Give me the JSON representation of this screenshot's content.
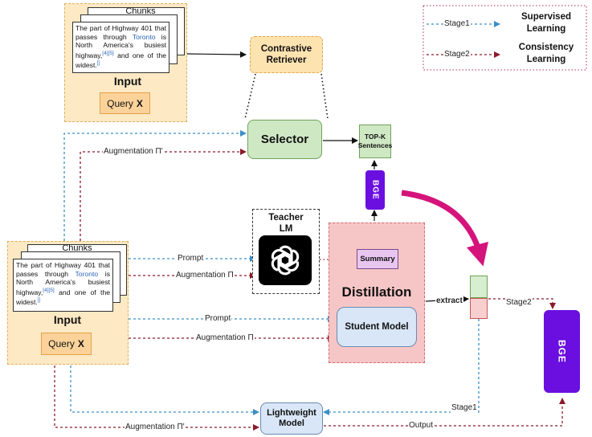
{
  "legend": {
    "stage1_label": "Stage1",
    "stage1_desc": "Supervised Learning",
    "stage2_label": "Stage2",
    "stage2_desc": "Consistency Learning"
  },
  "top_input": {
    "chunks_title": "Chunks",
    "chunk_text_before": "The part of Highway 401 that passes through ",
    "chunk_link": "Toronto",
    "chunk_text_after": " is North America's busiest highway,",
    "chunk_refs": "[4][5]",
    "chunk_text_end": " and one of the widest.",
    "chunk_tail_ref": "[]",
    "title": "Input",
    "query_label": "Query",
    "query_var": "X"
  },
  "bottom_input": {
    "chunks_title": "Chunks",
    "chunk_text_before": "The part of Highway 401 that passes through ",
    "chunk_link": "Toronto",
    "chunk_text_after": " is North America's busiest highway,",
    "chunk_refs": "[4][5]",
    "chunk_text_end": " and one of the widest.",
    "chunk_tail_ref": "[]",
    "title": "Input",
    "query_label": "Query",
    "query_var": "X"
  },
  "nodes": {
    "contrastive_retriever": "Contrastive Retriever",
    "selector": "Selector",
    "topk": "TOP-K Sentences",
    "bge_small": "BGE",
    "teacher_lm": "Teacher LM",
    "summary": "Summary",
    "distillation": "Distillation",
    "student_model": "Student Model",
    "bge_large": "BGE",
    "lightweight_model": "Lightweight Model"
  },
  "edge_labels": {
    "augmentation_top": "Augmentation Π'",
    "prompt_teacher": "Prompt",
    "augmentation_teacher": "Augmentation Π",
    "prompt_student": "Prompt",
    "augmentation_student": "Augmentation Π",
    "extract": "extract",
    "stage2": "Stage2",
    "stage1": "Stage1",
    "augmentation_bottom": "Augmentation Π'",
    "output": "Output"
  },
  "colors": {
    "stage1": "#3a8fc6",
    "stage2": "#8b1a2b",
    "selector_fill": "#cfe8c4",
    "bge": "#6a0fe0",
    "distillation_fill": "#f6c6c6",
    "student_fill": "#d8e6f7",
    "input_fill": "#fde9c4",
    "query_fill": "#fbd39a"
  }
}
